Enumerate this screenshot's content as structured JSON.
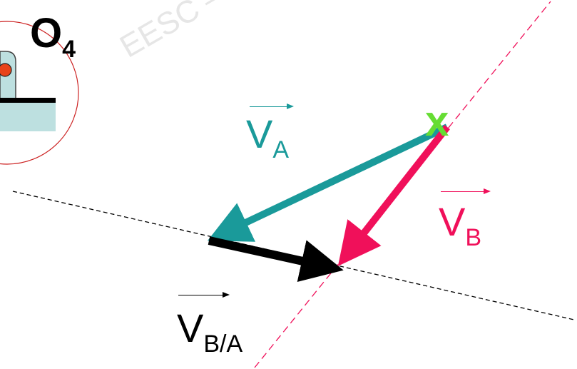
{
  "labels": {
    "o4": {
      "main": "O",
      "sub": "4"
    },
    "va": {
      "main": "V",
      "sub": "A"
    },
    "vb": {
      "main": "V",
      "sub": "B"
    },
    "vba": {
      "main": "V",
      "sub": "B/A"
    }
  },
  "marker": "x",
  "watermark": "EESC – U",
  "colors": {
    "va": "#1a9a9a",
    "vb": "#f0105a",
    "vba": "#000000",
    "marker": "#66dd33",
    "guide_black": "#000000",
    "guide_pink": "#f0105a",
    "circle": "#cc2222",
    "link_fill": "#bde0e0",
    "pivot": "#e8431a"
  }
}
